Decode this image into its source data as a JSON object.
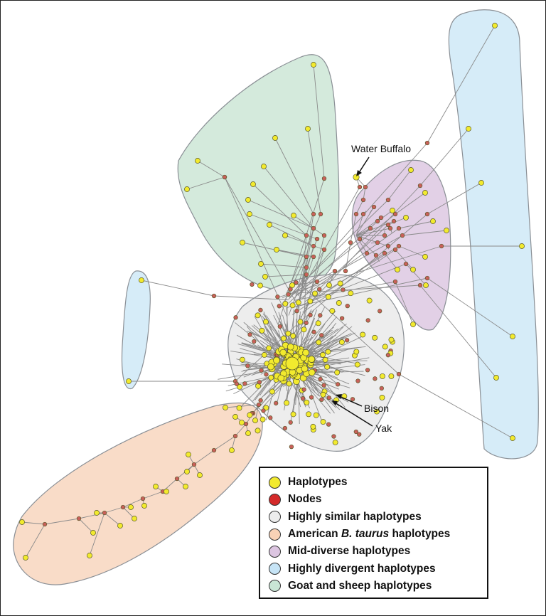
{
  "annotations": {
    "water_buffalo": "Water Buffalo",
    "bison": "Bison",
    "yak": "Yak"
  },
  "legend": [
    {
      "pre": "Haplotypes",
      "em": "",
      "post": "",
      "color": "#f2ea2e"
    },
    {
      "pre": "Nodes",
      "em": "",
      "post": "",
      "color": "#d42a2a"
    },
    {
      "pre": "Highly similar haplotypes",
      "em": "",
      "post": "",
      "color": "#ededed"
    },
    {
      "pre": "American ",
      "em": "B. taurus",
      "post": " haplotypes",
      "color": "#f9d2b6"
    },
    {
      "pre": "Mid-diverse haplotypes",
      "em": "",
      "post": "",
      "color": "#dcc5e1"
    },
    {
      "pre": "Highly divergent haplotypes",
      "em": "",
      "post": "",
      "color": "#c6e4f6"
    },
    {
      "pre": "Goat and sheep haplotypes",
      "em": "",
      "post": "",
      "color": "#c9e6d5"
    }
  ],
  "colors": {
    "haplotype": "#f2ea2e",
    "node": "#c9605a",
    "edge": "#8a8a8a"
  }
}
